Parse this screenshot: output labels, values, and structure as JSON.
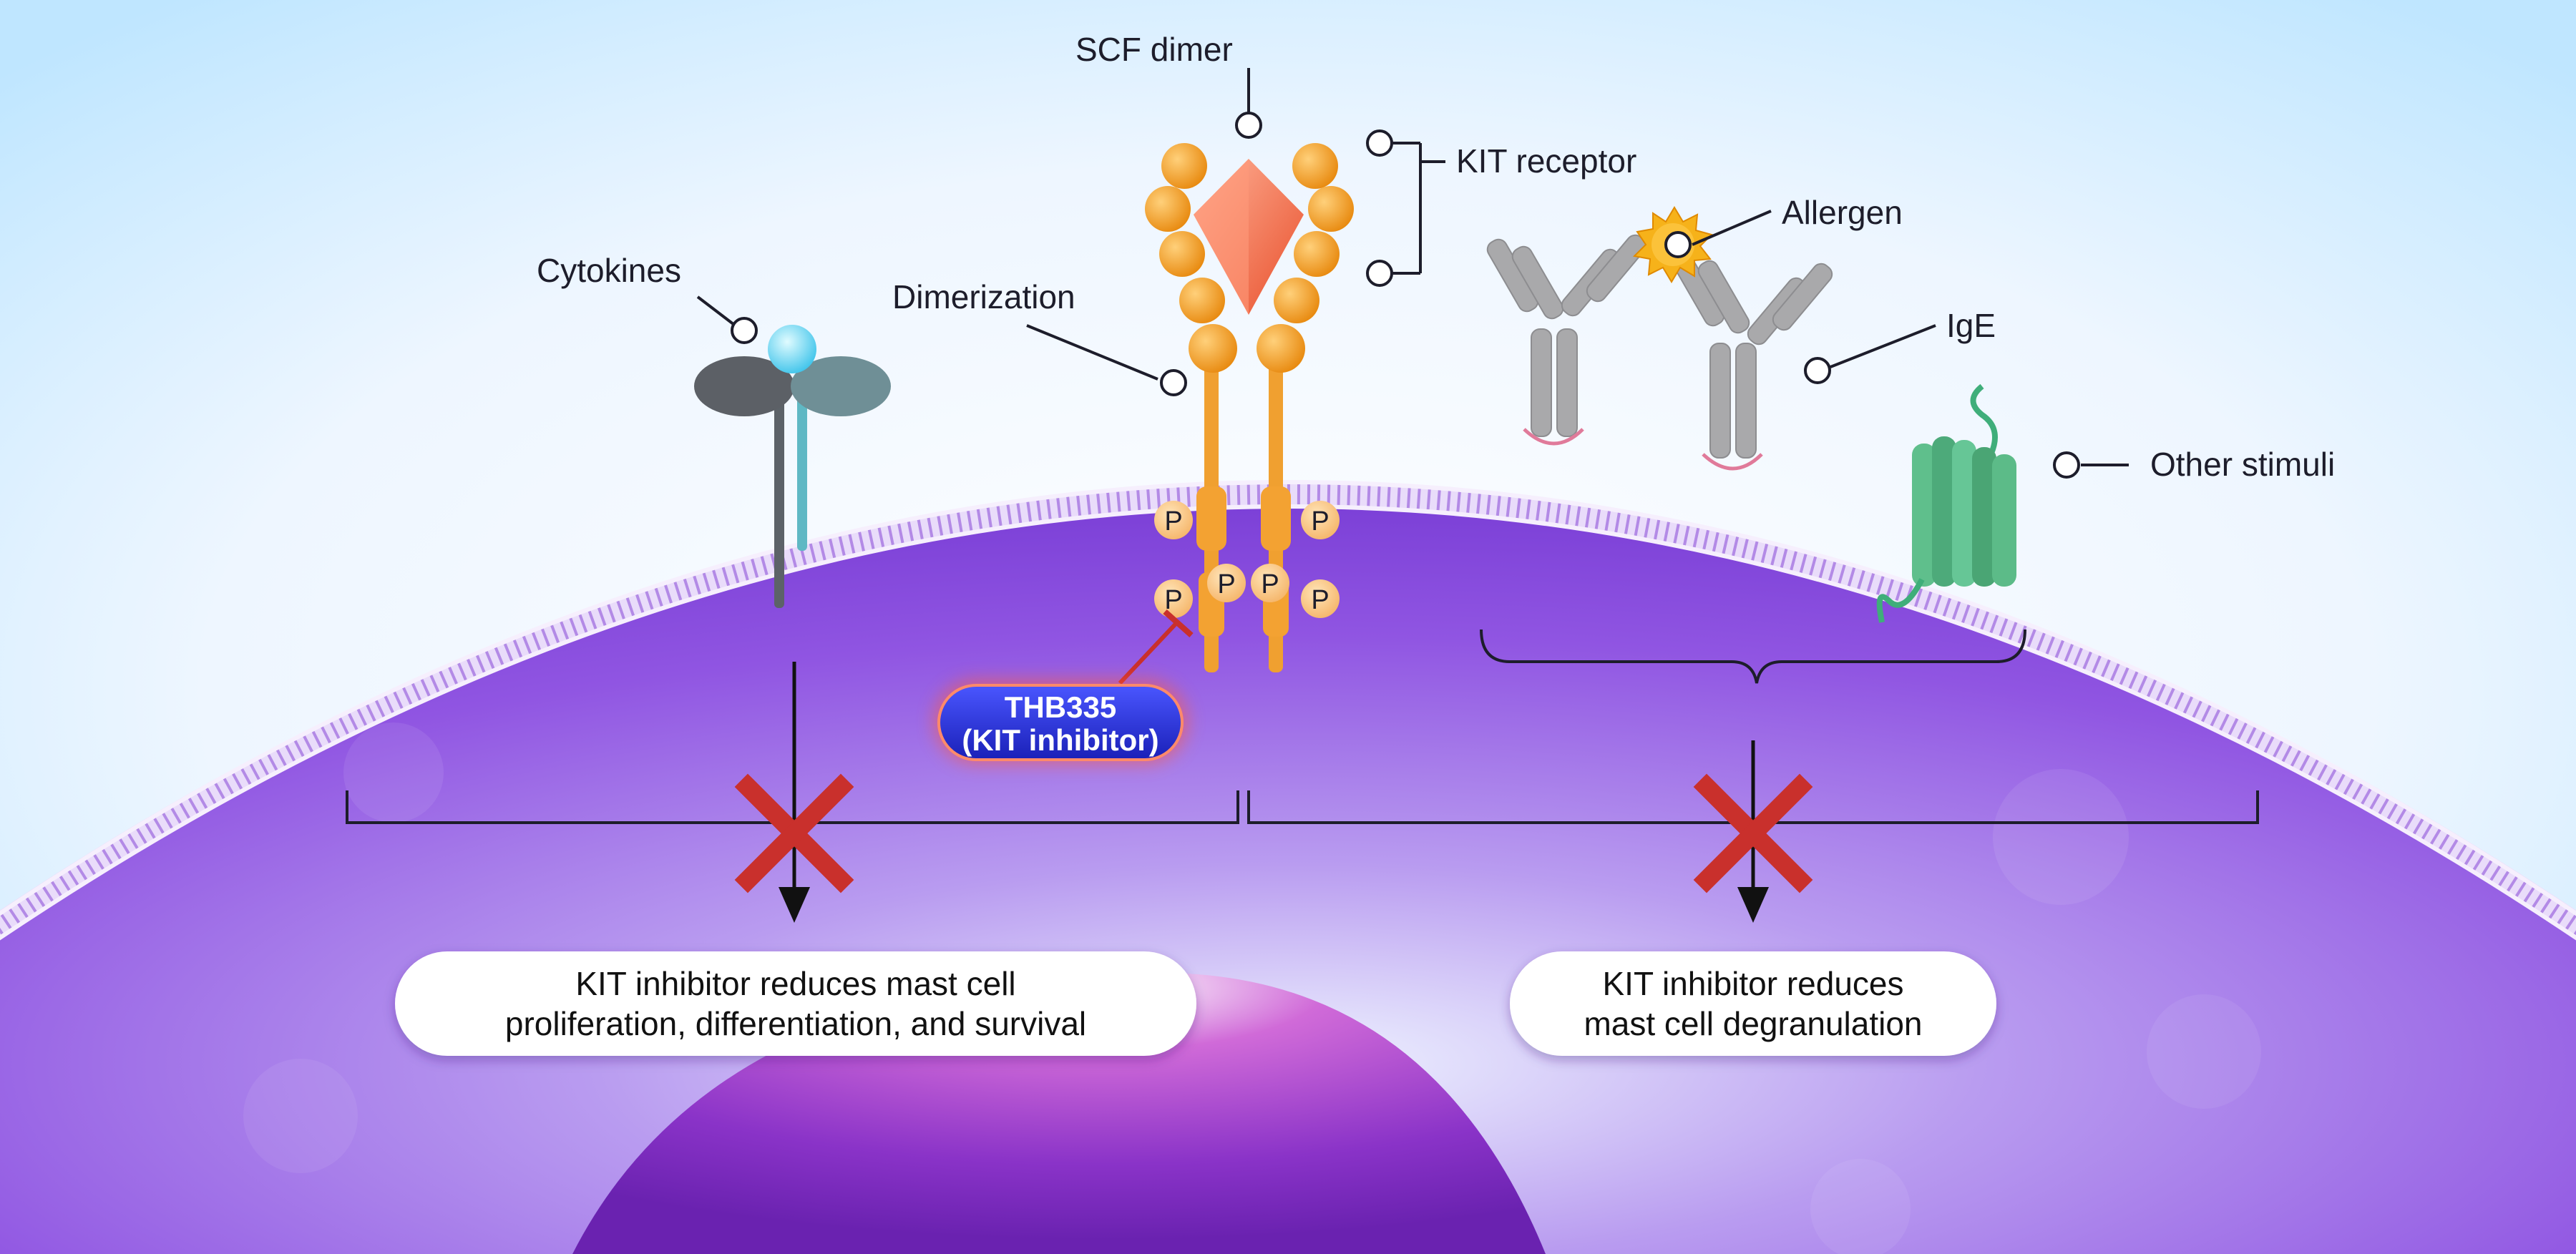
{
  "labels": {
    "scf_dimer": "SCF dimer",
    "kit_receptor": "KIT receptor",
    "allergen": "Allergen",
    "cytokines": "Cytokines",
    "dimerization": "Dimerization",
    "ige": "IgE",
    "other_stimuli": "Other stimuli",
    "phospho": "P"
  },
  "inhibitor": {
    "line1": "THB335",
    "line2": "(KIT inhibitor)"
  },
  "outcomes": {
    "left_line1": "KIT inhibitor reduces mast cell",
    "left_line2": "proliferation, differentiation, and survival",
    "right_line1": "KIT inhibitor reduces",
    "right_line2": "mast cell degranulation"
  },
  "colors": {
    "cell": "#8f4ee0",
    "membrane": "#d9c6f2",
    "kit": "#f6a233",
    "inhibitor": "#2630d6",
    "block": "#c9302c",
    "ige": "#a8a8a8",
    "gpcr": "#4caf7a"
  },
  "icons": [
    "cross-block-icon",
    "down-arrow-icon",
    "callout-circle-icon"
  ]
}
